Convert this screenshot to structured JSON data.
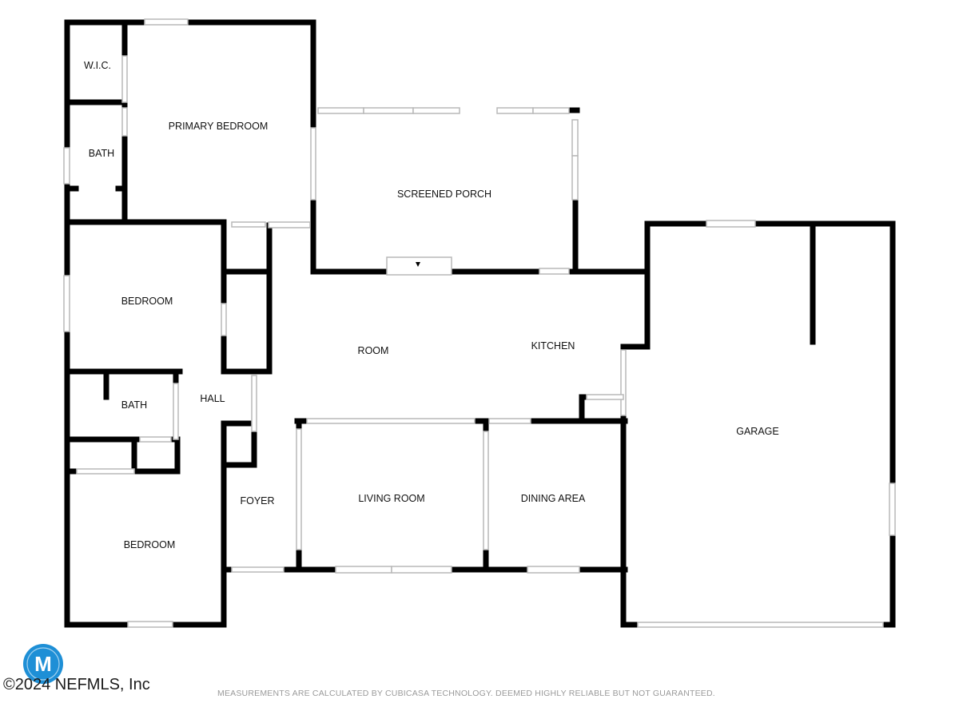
{
  "rooms": {
    "wic": "W.I.C.",
    "primary_bedroom": "PRIMARY BEDROOM",
    "bath_primary": "BATH",
    "screened_porch": "SCREENED PORCH",
    "bedroom_1": "BEDROOM",
    "room": "ROOM",
    "kitchen": "KITCHEN",
    "bath_hall": "BATH",
    "hall": "HALL",
    "garage": "GARAGE",
    "foyer": "FOYER",
    "living_room": "LIVING ROOM",
    "dining_area": "DINING AREA",
    "bedroom_2": "BEDROOM"
  },
  "footer": {
    "disclaimer": "MEASUREMENTS ARE CALCULATED BY CUBICASA TECHNOLOGY. DEEMED HIGHLY RELIABLE BUT NOT GUARANTEED.",
    "copyright": "©2024 NEFMLS, Inc"
  },
  "logo": {
    "letter": "M",
    "color": "#1e8fd6"
  },
  "colors": {
    "wall": "#000000",
    "window": "#bbbbbb",
    "background": "#ffffff"
  }
}
